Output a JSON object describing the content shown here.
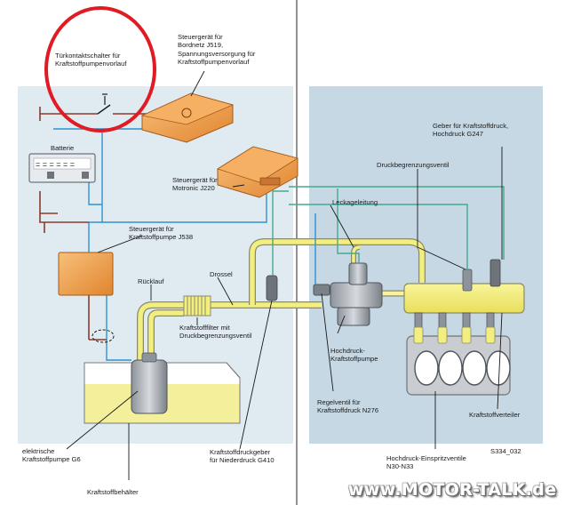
{
  "labels": {
    "tuerkontaktschalter": "Türkontaktschalter für\nKraftstoffpumpenvorlauf",
    "steuergeraet_bordnetz": "Steuergerät für\nBordnetz J519,\nSpannungsversorgung für\nKraftstoffpumpenvorlauf",
    "batterie": "Batterie",
    "steuergeraet_motronic": "Steuergerät für\nMotronic J220",
    "geber_kraftstoffdruck": "Geber für Kraftstoffdruck,\nHochdruck G247",
    "druckbegrenzungsventil": "Druckbegrenzungsventil",
    "leckageleitung": "Leckageleitung",
    "steuergeraet_pumpe": "Steuergerät für\nKraftstoffpumpe J538",
    "ruecklauf": "Rücklauf",
    "drossel": "Drossel",
    "kraftstofffilter": "Kraftstofffilter mit\nDruckbegrenzungsventil",
    "hochdruck_pumpe": "Hochdruck-\nKraftstoffpumpe",
    "regelventil": "Regelventil für\nKraftstoffdruck N276",
    "kraftstoffverteiler": "Kraftstoffverteiler",
    "elektrische_pumpe": "elektrische\nKraftstoffpumpe G6",
    "kraftstoffdruckgeber": "Kraftstoffdruckgeber\nfür Niederdruck G410",
    "einspritzventile": "Hochdruck-Einspritzventile\nN30-N33",
    "figure_code": "S334_032",
    "kraftstoffbehaelter": "Kraftstoffbehälter"
  },
  "watermark": "www.MOTOR-TALK.de",
  "colors": {
    "left_panel": "#dfeaf1",
    "right_panel": "#c5d8e4",
    "fuel_yellow": "#f3ef7e",
    "fuel_outline": "#8a8a6e",
    "signal_green": "#45a98e",
    "signal_blue": "#2f92cf",
    "wire_red": "#8b3a2a",
    "highlight_circle": "#e01b24",
    "ecu_orange": "#f0a050"
  }
}
